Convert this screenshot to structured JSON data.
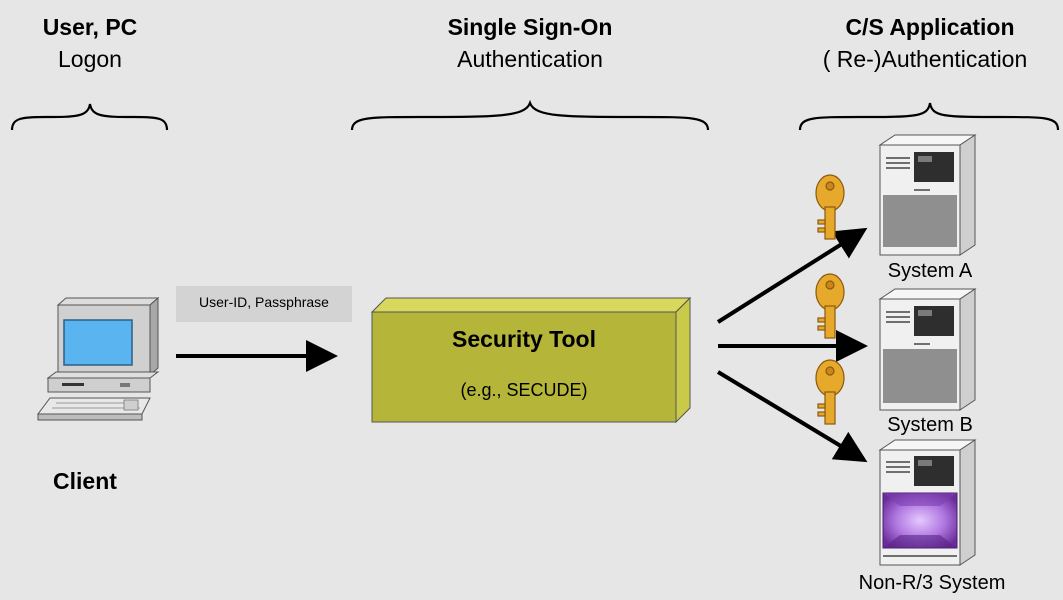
{
  "columns": [
    {
      "title": "User, PC",
      "subtitle": "Logon"
    },
    {
      "title": "Single Sign-On",
      "subtitle": "Authentication"
    },
    {
      "title": "C/S Application",
      "subtitle": "( Re-)Authentication"
    }
  ],
  "client": {
    "label": "Client"
  },
  "credentials": {
    "label": "User-ID, Passphrase"
  },
  "security_tool": {
    "title": "Security Tool",
    "subtitle": "(e.g., SECUDE)"
  },
  "systems": [
    {
      "label": "System A",
      "type": "r3-server"
    },
    {
      "label": "System B",
      "type": "r3-server"
    },
    {
      "label": "Non-R/3 System",
      "type": "non-r3-server"
    }
  ],
  "colors": {
    "background": "#e6e6e6",
    "security_box": "#b5b53a",
    "security_box_side": "#c9c94a",
    "security_box_top": "#d8d85c",
    "key": "#e7a92b",
    "monitor_screen": "#5ab4f0",
    "server_body": "#f0f0f0",
    "server_panel": "#8f8f8f",
    "non_r3_panel": "#a05ad0"
  },
  "icons": [
    "client-pc-icon",
    "key-icon",
    "server-icon",
    "arrow-icon",
    "brace-icon"
  ]
}
